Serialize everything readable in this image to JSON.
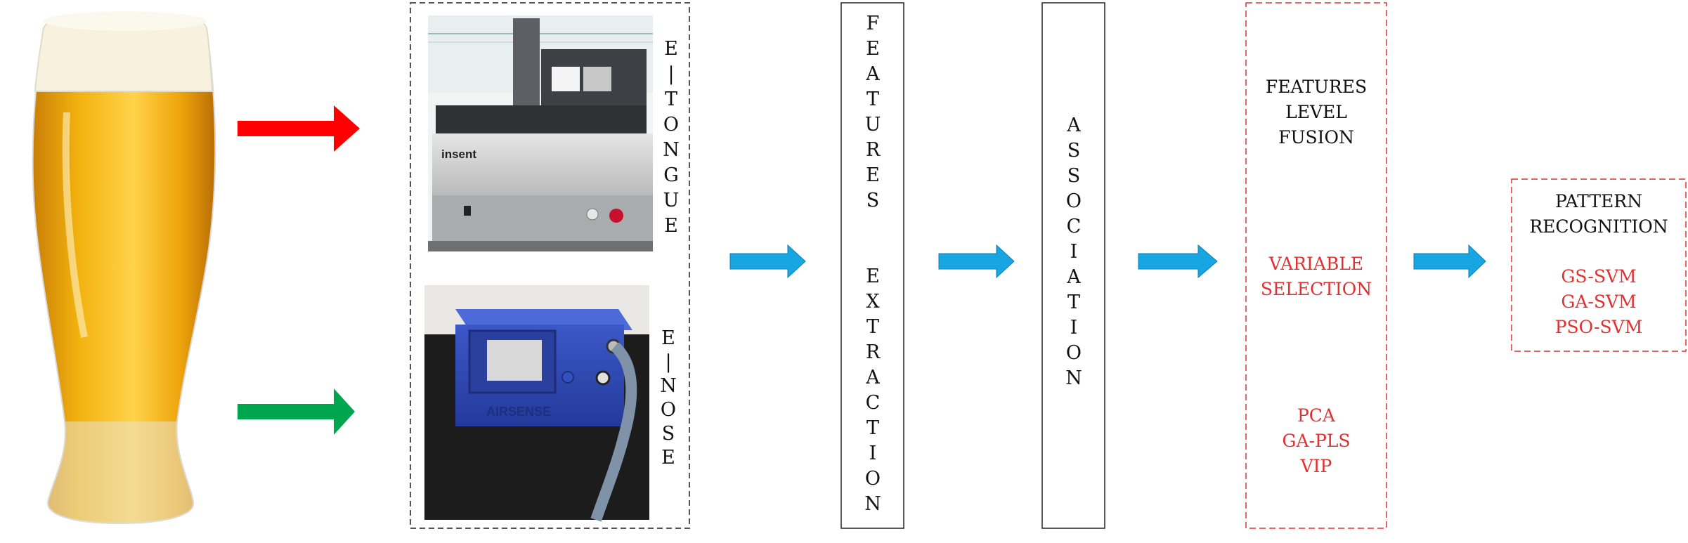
{
  "colors": {
    "red_arrow": "#ff0000",
    "green_arrow": "#00a550",
    "blue_arrow": "#17a6e2",
    "dashed_red": "#e03030",
    "text_red": "#e03030"
  },
  "instruments": {
    "tongue_label": "E|TONGUE",
    "tongue_brand": "insent",
    "nose_label": "E|NOSE",
    "nose_brand": "AIRSENSE"
  },
  "stages": {
    "features_extraction_top": "FEATURES",
    "features_extraction_bottom": "EXTRACTION",
    "association": "ASSOCIATION"
  },
  "fusion": {
    "title_lines": [
      "FEATURES",
      "LEVEL",
      "FUSION"
    ],
    "selection_lines": [
      "VARIABLE",
      "SELECTION"
    ],
    "methods": [
      "PCA",
      "GA-PLS",
      "VIP"
    ]
  },
  "pattern": {
    "title_lines": [
      "PATTERN",
      "RECOGNITION"
    ],
    "methods": [
      "GS-SVM",
      "GA-SVM",
      "PSO-SVM"
    ]
  }
}
